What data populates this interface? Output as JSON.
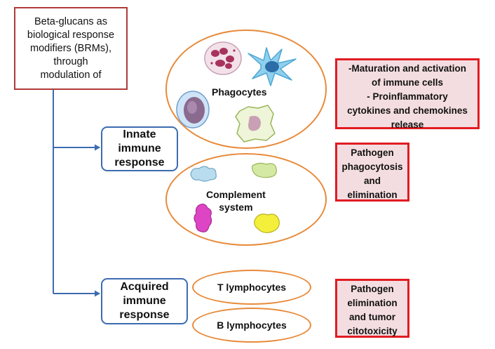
{
  "source": {
    "lines": [
      "Beta-glucans as",
      "biological response",
      "modifiers (BRMs),",
      "through",
      "modulation of"
    ]
  },
  "innate": {
    "label_lines": [
      "Innate",
      "immune",
      "response"
    ],
    "phagocytes_label": "Phagocytes",
    "complement_label_lines": [
      "Complement",
      "system"
    ],
    "phagocytes_outcome_lines": [
      "-Maturation and activation",
      "of immune cells",
      "- Proinflammatory",
      "cytokines and chemokines",
      "release"
    ],
    "complement_outcome_lines": [
      "Pathogen",
      "phagocytosis",
      "and",
      "elimination"
    ]
  },
  "acquired": {
    "label_lines": [
      "Acquired",
      "immune",
      "response"
    ],
    "t_label": "T lymphocytes",
    "b_label": "B lymphocytes",
    "outcome_lines": [
      "Pathogen",
      "elimination",
      "and tumor",
      "citotoxicity"
    ]
  },
  "colors": {
    "source_border": "#b03a3a",
    "connector": "#3c6cb0",
    "oval_border": "#e88a3a",
    "outcome_border": "#e11c22",
    "outcome_fill": "#f4dde0"
  },
  "icons": {
    "phagocytes": [
      "neutrophil-icon",
      "dendritic-cell-icon",
      "monocyte-icon",
      "macrophage-icon"
    ],
    "complement": [
      "complement-protein-blue-icon",
      "complement-protein-green-icon",
      "complement-protein-magenta-icon",
      "complement-protein-yellow-icon"
    ]
  }
}
